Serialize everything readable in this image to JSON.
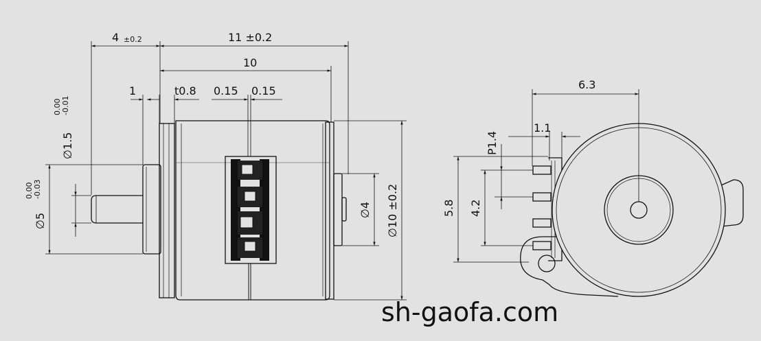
{
  "drawing": {
    "side_view": {
      "dim_4": "4",
      "dim_4_tol": "±0.2",
      "dim_11": "11 ±0.2",
      "dim_10": "10",
      "dim_1": "1",
      "dim_t08": "t0.8",
      "dim_015_a": "0.15",
      "dim_015_b": "0.15",
      "dim_phi15": "∅1.5",
      "dim_phi15_tol_top": "0.00",
      "dim_phi15_tol_bot": "-0.01",
      "dim_phi5": "∅5",
      "dim_phi5_tol_top": "0.00",
      "dim_phi5_tol_bot": "-0.03",
      "dim_phi4": "∅4",
      "dim_phi10": "∅10 ±0.2"
    },
    "end_view": {
      "dim_63": "6.3",
      "dim_11": "1.1",
      "dim_p14": "P1.4",
      "dim_58": "5.8",
      "dim_42": "4.2"
    },
    "watermark": "sh-gaofa.com"
  }
}
